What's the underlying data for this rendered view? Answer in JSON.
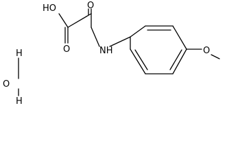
{
  "molecule": {
    "structure_type": "skeletal-formula",
    "atoms": {
      "hydroxyl": "HO",
      "carbonyl_oxygen_upper": "O",
      "carbonyl_oxygen_lower": "O",
      "amine": "NH",
      "ether_oxygen": "O"
    },
    "water": {
      "hydrogen_top": "H",
      "oxygen": "O",
      "hydrogen_bottom": "H"
    }
  },
  "colors": {
    "bond": "#000000",
    "text": "#000000",
    "background": "#ffffff"
  }
}
